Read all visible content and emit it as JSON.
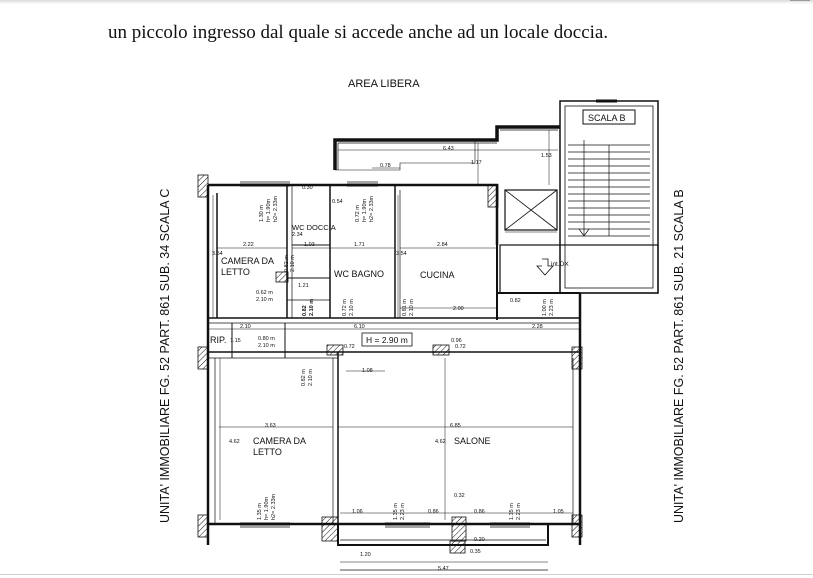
{
  "page": {
    "body_text": "un piccolo ingresso dal quale si accede anche ad un locale doccia."
  },
  "plan": {
    "area_label": "AREA LIBERA",
    "scala_b": "SCALA B",
    "left_label": "UNITA' IMMOBILIARE FG. 52 PART. 861 SUB. 34 SCALA C",
    "right_label": "UNITA' IMMOBILIARE FG. 52 PART. 861 SUB. 21 SCALA B",
    "rooms": {
      "camera1_a": "CAMERA DA",
      "camera1_b": "LETTO",
      "wc_doccia": "WC DOCCIA",
      "wc_bagno": "WC BAGNO",
      "cucina": "CUCINA",
      "rip": "RIP.",
      "camera2_a": "CAMERA DA",
      "camera2_b": "LETTO",
      "salone": "SALONE",
      "int_dx": "int.DX"
    },
    "height_box": "H = 2.90 m",
    "dims": {
      "d_643": "6.43",
      "d_078": "0.78",
      "d_117": "1.17",
      "d_153": "1.53",
      "d_030": "0.30",
      "d_054": "0.54",
      "d_222": "2.22",
      "d_103": "1.03",
      "d_171": "1.71",
      "d_284": "2.84",
      "d_354a": "3.54",
      "d_354b": "3.54",
      "d_234": "2.34",
      "d_121": "1.21",
      "d_062": "0.62 m",
      "d_210a": "2.10 m",
      "d_200": "2.00",
      "d_082r": "0.82",
      "d_210b": "2.10",
      "d_610": "6.10",
      "d_228": "2.28",
      "d_115": "1.15",
      "d_080": "0.80 m",
      "d_210c": "2.10 m",
      "d_072a": "0.72",
      "d_096": "0.96",
      "d_072b": "0.72",
      "d_108": "1.08",
      "d_363": "3.63",
      "d_685": "6.85",
      "d_462a": "4.62",
      "d_462b": "4.62",
      "d_032": "0.32",
      "d_106": "1.06",
      "d_086a": "0.86",
      "d_086b": "0.86",
      "d_105": "1.05",
      "d_020": "0.20",
      "d_035": "0.35",
      "d_120": "1.20",
      "d_547": "5.47",
      "v_130": "1.30 m",
      "v_h190a": "h= 1.90m",
      "v_h233a": "h2= 2.33m",
      "v_072a": "0.72 m",
      "v_h190b": "h= 1.90m",
      "v_h233b": "h2= 2.33m",
      "v_082a": "0.82 m",
      "v_210a": "2.10 m",
      "v_082b": "0.82",
      "v_210b": "2.10 m",
      "v_072c": "0.72 m",
      "v_210c": "2.10 m",
      "v_081": "0.81 m",
      "v_210d": "2.10 m",
      "v_100": "1.00 m",
      "v_223": "2.23 m",
      "v_082c": "0.82 m",
      "v_210e": "2.10 m",
      "v_135a": "1.35 m",
      "v_h190c": "h= 1.90m",
      "v_h233c": "h2= 2.33m",
      "v_135b": "1.35 m",
      "v_223b": "2.23 m",
      "v_135c": "1.35 m",
      "v_223c": "2.23 m"
    }
  }
}
